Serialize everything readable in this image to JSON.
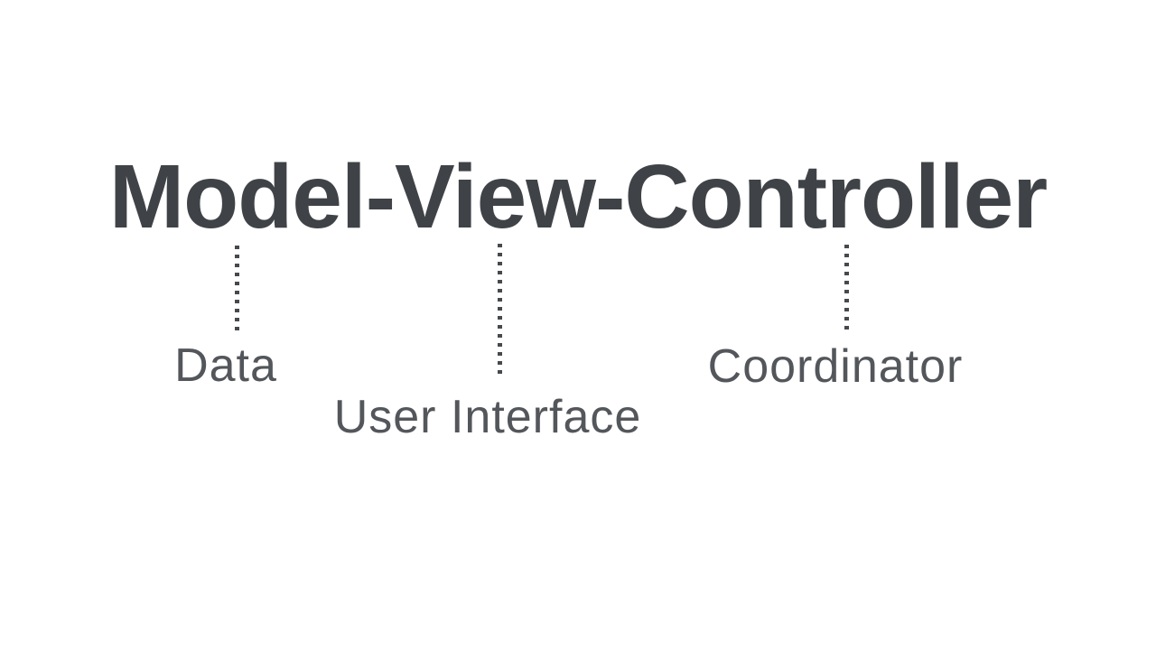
{
  "diagram": {
    "title": "Model-View-Controller",
    "annotations": [
      {
        "part": "Model",
        "label": "Data"
      },
      {
        "part": "View",
        "label": "User Interface"
      },
      {
        "part": "Controller",
        "label": "Coordinator"
      }
    ],
    "connector_style": "vertical-dotted-line"
  },
  "colors": {
    "background": "#ffffff",
    "title": "#3f4347",
    "label": "#53565a",
    "connector": "#46494d"
  }
}
